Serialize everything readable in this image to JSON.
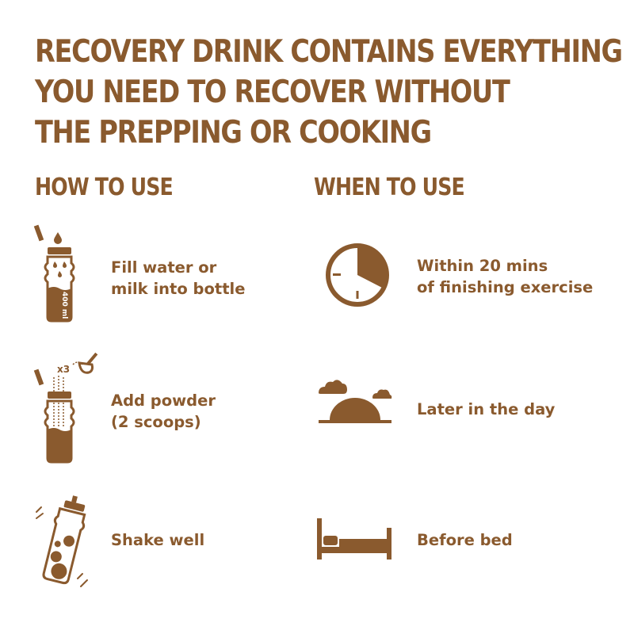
{
  "headline": {
    "lines": [
      "RECOVERY DRINK CONTAINS EVERYTHING",
      "YOU NEED TO RECOVER WITHOUT",
      "THE PREPPING OR COOKING"
    ]
  },
  "how_to_use": {
    "title": "HOW TO USE",
    "steps": [
      {
        "icon": "water-bottle-icon",
        "bottle_label": "400 ml",
        "lines": [
          "Fill water or",
          "milk into bottle"
        ]
      },
      {
        "icon": "bottle-scoop-icon",
        "scoop_label": "x3",
        "lines": [
          "Add powder",
          "(2 scoops)"
        ]
      },
      {
        "icon": "shaking-bottle-icon",
        "lines": [
          "Shake well"
        ]
      }
    ]
  },
  "when_to_use": {
    "title": "WHEN TO USE",
    "items": [
      {
        "icon": "clock-icon",
        "lines": [
          "Within 20 mins",
          "of finishing exercise"
        ]
      },
      {
        "icon": "sunset-icon",
        "lines": [
          "Later in the day"
        ]
      },
      {
        "icon": "bed-icon",
        "lines": [
          "Before bed"
        ]
      }
    ]
  },
  "colors": {
    "brand_brown": "#8a5a2e",
    "background": "#ffffff"
  }
}
